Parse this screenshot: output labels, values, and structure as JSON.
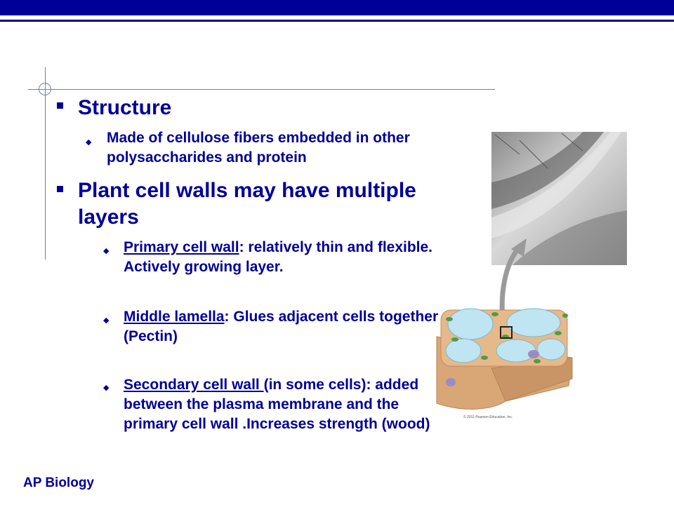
{
  "slide": {
    "b1": {
      "title": "Structure",
      "sub": "Made of cellulose fibers embedded in other polysaccharides and protein"
    },
    "b2": {
      "title": "Plant cell walls may have multiple layers",
      "items": [
        {
          "term": "Primary cell wall",
          "rest": ": relatively thin and flexible. Actively growing layer."
        },
        {
          "term": "Middle lamella",
          "rest": ": Glues adjacent cells together (Pectin)"
        },
        {
          "term": "Secondary cell wall ",
          "rest": "(in some cells): added between the plasma membrane and the primary cell wall .Increases strength (wood)"
        }
      ]
    }
  },
  "figure": {
    "credit": "© 2011 Pearson Education, Inc."
  },
  "footer": "AP Biology",
  "colors": {
    "title_blue": "#000099",
    "guide_line": "#6b7fb3",
    "cell_fill": "#bfe4f2",
    "wall": "#e6b98a",
    "chloroplast": "#4d9c4a"
  }
}
